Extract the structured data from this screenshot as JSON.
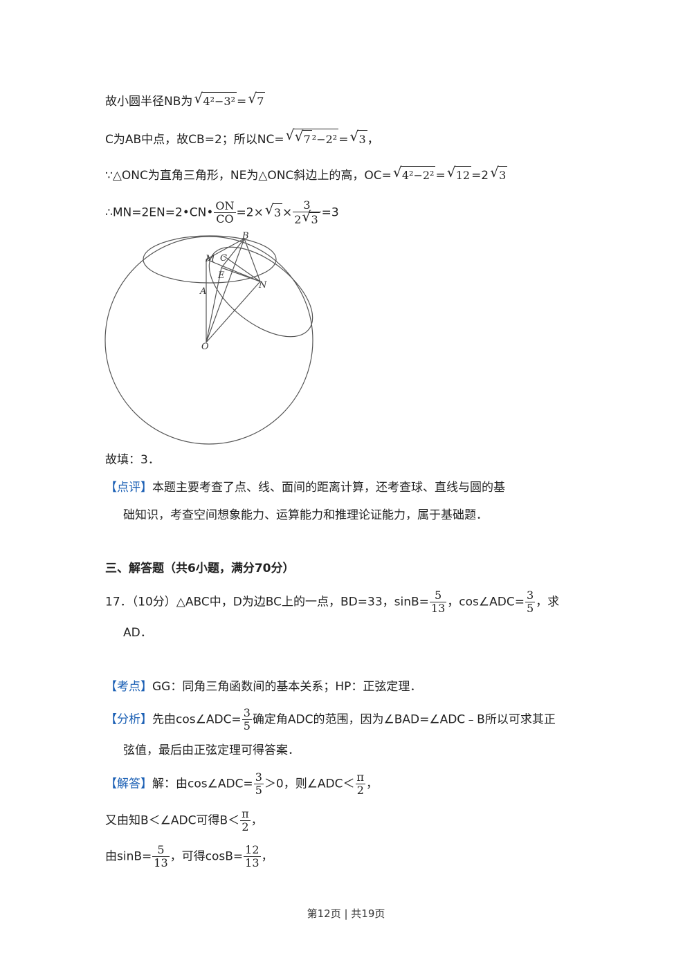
{
  "lines": {
    "l1_text": "故小圆半径NB为",
    "l1_rad": "4²−3²",
    "l1_eq": "=",
    "l1_res": "7",
    "l2_a": "C为AB中点，故CB=2；所以NC=",
    "l2_rad_inner": "7",
    "l2_rad_rest": "²−2²",
    "l2_eq": "=",
    "l2_res": "3",
    "l2_end": "，",
    "l3_a": "∵△ONC为直角三角形，NE为△ONC斜边上的高，OC=",
    "l3_rad": "4²−2²",
    "l3_eq1": "=",
    "l3_rad2": "12",
    "l3_eq2": "=2",
    "l3_rad3": "3",
    "l4_a": "∴MN=2EN=2•CN•",
    "l4_num": "ON",
    "l4_den": "CO",
    "l4_b": "=2×",
    "l4_rad": "3",
    "l4_c": "×",
    "l4_num2": "3",
    "l4_den2_a": "2",
    "l4_den2_rad": "3",
    "l4_end": "=3"
  },
  "diagram": {
    "labels": {
      "B": "B",
      "M": "M",
      "C": "C",
      "E": "E",
      "A": "A",
      "N": "N",
      "O": "O"
    }
  },
  "answer": {
    "fill": "故填：3．",
    "comment_tag": "【点评】",
    "comment_1": "本题主要考查了点、线、面间的距离计算，还考查球、直线与圆的基",
    "comment_2": "础知识，考查空间想象能力、运算能力和推理论证能力，属于基础题．"
  },
  "section": {
    "title": "三、解答题（共6小题，满分70分）"
  },
  "q17": {
    "a": "17．（10分）△ABC中，D为边BC上的一点，BD=33，sinB=",
    "sin_num": "5",
    "sin_den": "13",
    "b": "，cos∠ADC=",
    "cos_num": "3",
    "cos_den": "5",
    "c": "，求",
    "d": "AD．"
  },
  "kaodian": {
    "tag": "【考点】",
    "text": "GG：同角三角函数间的基本关系；HP：正弦定理．"
  },
  "fenxi": {
    "tag": "【分析】",
    "a": "先由cos∠ADC=",
    "num": "3",
    "den": "5",
    "b": "确定角ADC的范围，因为∠BAD=∠ADC﹣B所以可求其正",
    "c": "弦值，最后由正弦定理可得答案．"
  },
  "jieda": {
    "tag": "【解答】",
    "a": "解：由cos∠ADC=",
    "num": "3",
    "den": "5",
    "b": "＞0，则∠ADC＜",
    "pi": "π",
    "two": "2",
    "c": "，",
    "l2_a": "又由知B＜∠ADC可得B＜",
    "l2_pi": "π",
    "l2_two": "2",
    "l2_c": "，",
    "l3_a": "由sinB=",
    "l3_num": "5",
    "l3_den": "13",
    "l3_b": "，可得cosB=",
    "l3_num2": "12",
    "l3_den2": "13",
    "l3_c": "，"
  },
  "footer": {
    "text": "第12页 | 共19页"
  }
}
